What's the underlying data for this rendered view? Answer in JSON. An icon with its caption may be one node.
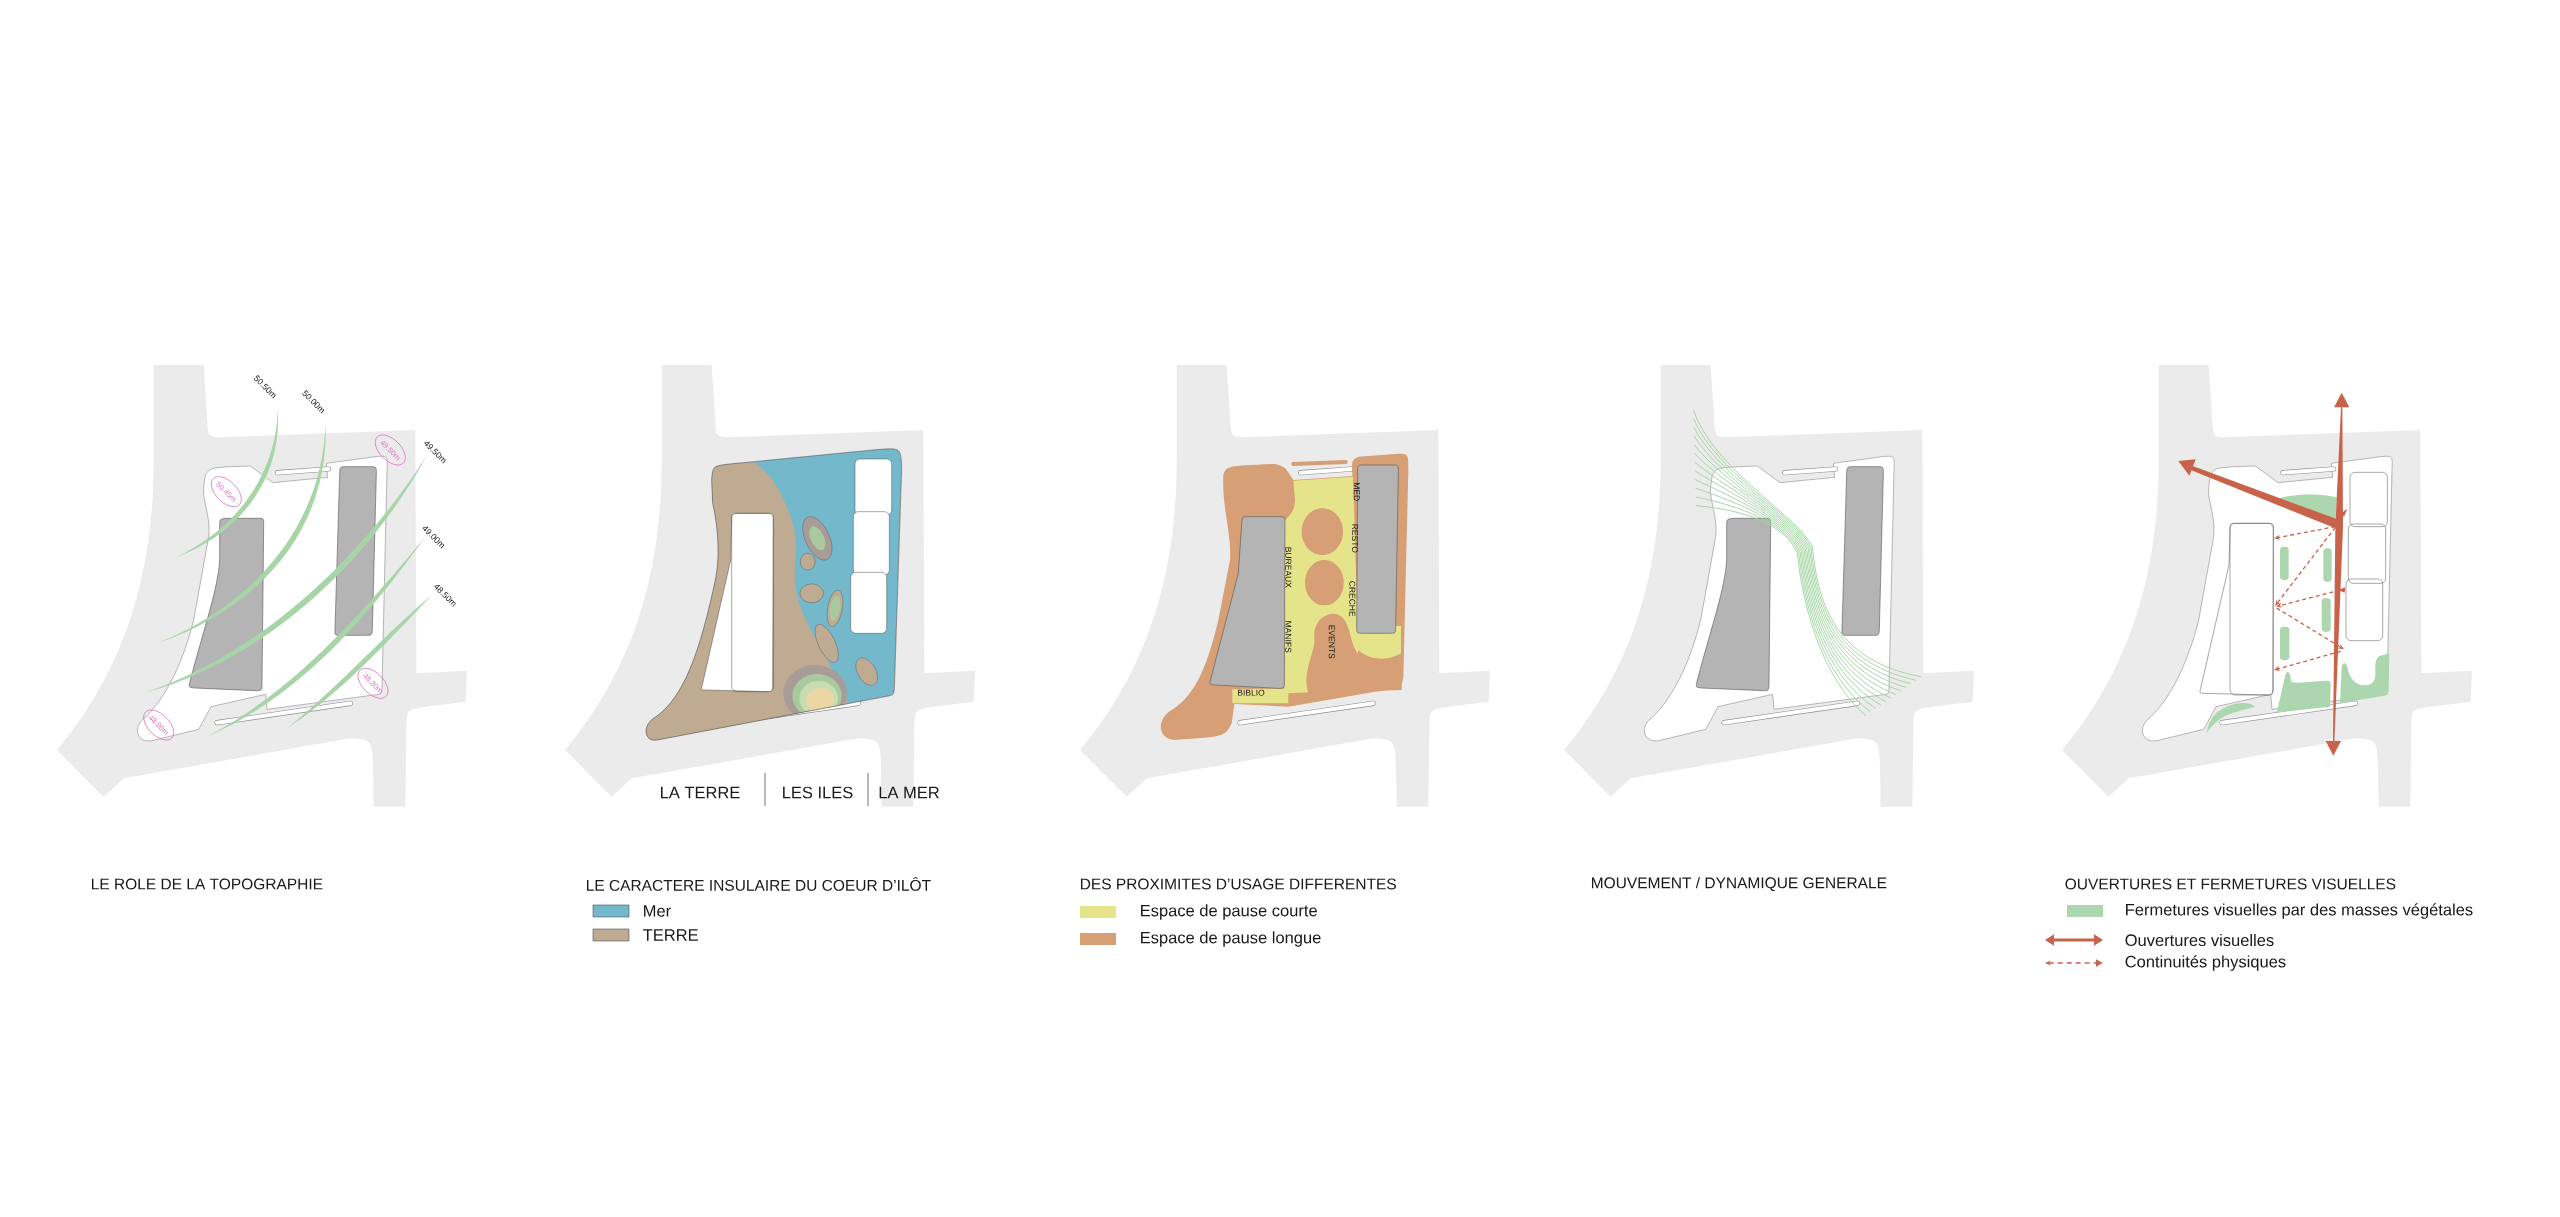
{
  "diagram": {
    "nodes": [
      {
        "text": [
          "49.50m"
        ]
      },
      {
        "text": [
          "50.45m"
        ]
      },
      {
        "text": [
          "48.30m"
        ]
      },
      {
        "text": [
          "48.80m"
        ]
      }
    ],
    "labels": [
      "50.50m",
      "50.00m",
      "49.50m",
      "49.00m",
      "48.50m",
      "LA TERRE",
      "LES ILES",
      "LA MER",
      "MED",
      "RESTO",
      "BUREAUX",
      "CRECHE",
      "MANIFS",
      "EVENTS",
      "BIBLIO",
      "LE ROLE DE LA TOPOGRAPHIE",
      "LE CARACTERE INSULAIRE DU COEUR D’ILÔT",
      "DES PROXIMITES D’USAGE DIFFERENTES",
      "MOUVEMENT / DYNAMIQUE GENERALE",
      "OUVERTURES ET FERMETURES VISUELLES"
    ],
    "legend": [
      {
        "text": "Mer",
        "color": "#74b8cc"
      },
      {
        "text": "TERRE",
        "color": "#bfab92"
      },
      {
        "text": "Espace de pause courte",
        "color": "#e6e48a"
      },
      {
        "text": "Espace de pause longue",
        "color": "#d79f75"
      },
      {
        "text": "Fermetures visuelles par des masses végétales",
        "color": "#acd6ad"
      },
      {
        "text": "Ouvertures visuelles"
      },
      {
        "text": "Continuités physiques"
      }
    ]
  }
}
